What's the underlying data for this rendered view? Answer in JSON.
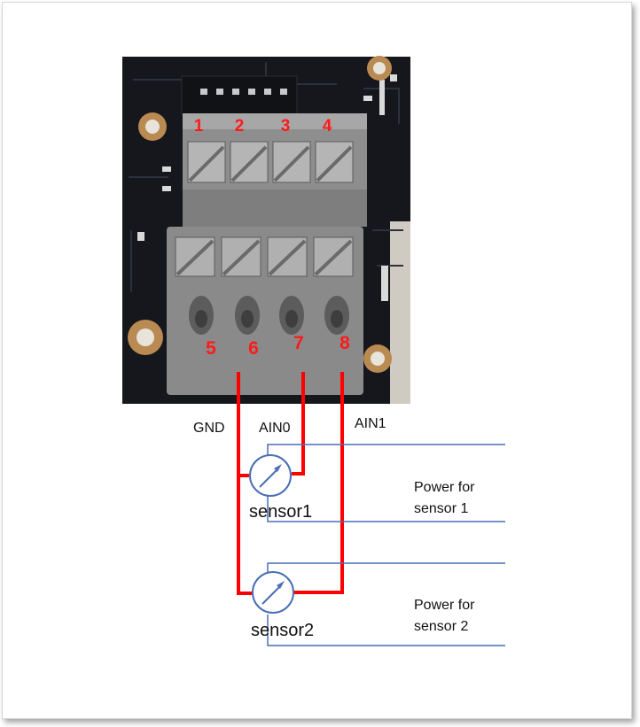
{
  "pins_top": [
    "1",
    "2",
    "3",
    "4"
  ],
  "pins_bottom": [
    "5",
    "6",
    "7",
    "8"
  ],
  "signals": {
    "gnd": "GND",
    "ain0": "AIN0",
    "ain1": "AIN1"
  },
  "sensors": [
    {
      "name": "sensor1",
      "power_label_line1": "Power for",
      "power_label_line2": "sensor 1"
    },
    {
      "name": "sensor2",
      "power_label_line1": "Power for",
      "power_label_line2": "sensor 2"
    }
  ],
  "colors": {
    "wire_red": "#ff0000",
    "wire_blue": "#4a6fb5",
    "pin_number": "#ff1a1a",
    "pcb": "#15171c",
    "terminal_gray": "#8e8e8e",
    "terminal_dark": "#6e6e6e",
    "mount_ring": "#b98a52"
  }
}
